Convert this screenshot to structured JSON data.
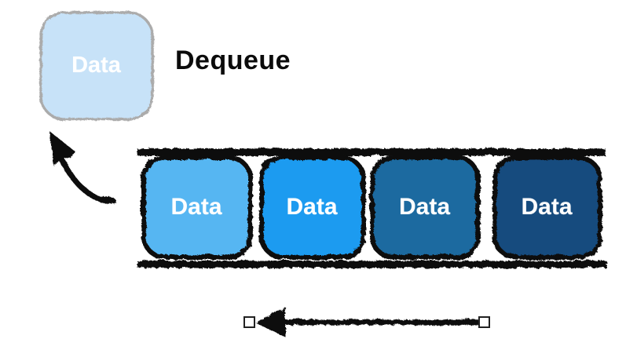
{
  "diagram": {
    "title": "Dequeue",
    "dequeued_item": {
      "label": "Data",
      "fill": "#C7E2F8",
      "border_color": "#ABABAB",
      "label_color": "#FFFFFF"
    },
    "queue": {
      "items": [
        {
          "label": "Data",
          "fill": "#57B6F2"
        },
        {
          "label": "Data",
          "fill": "#1B9BF0"
        },
        {
          "label": "Data",
          "fill": "#1A6AA0"
        },
        {
          "label": "Data",
          "fill": "#164C7E"
        }
      ]
    },
    "ink_color": "#111111",
    "handle_fill": "#FFFFFF"
  }
}
